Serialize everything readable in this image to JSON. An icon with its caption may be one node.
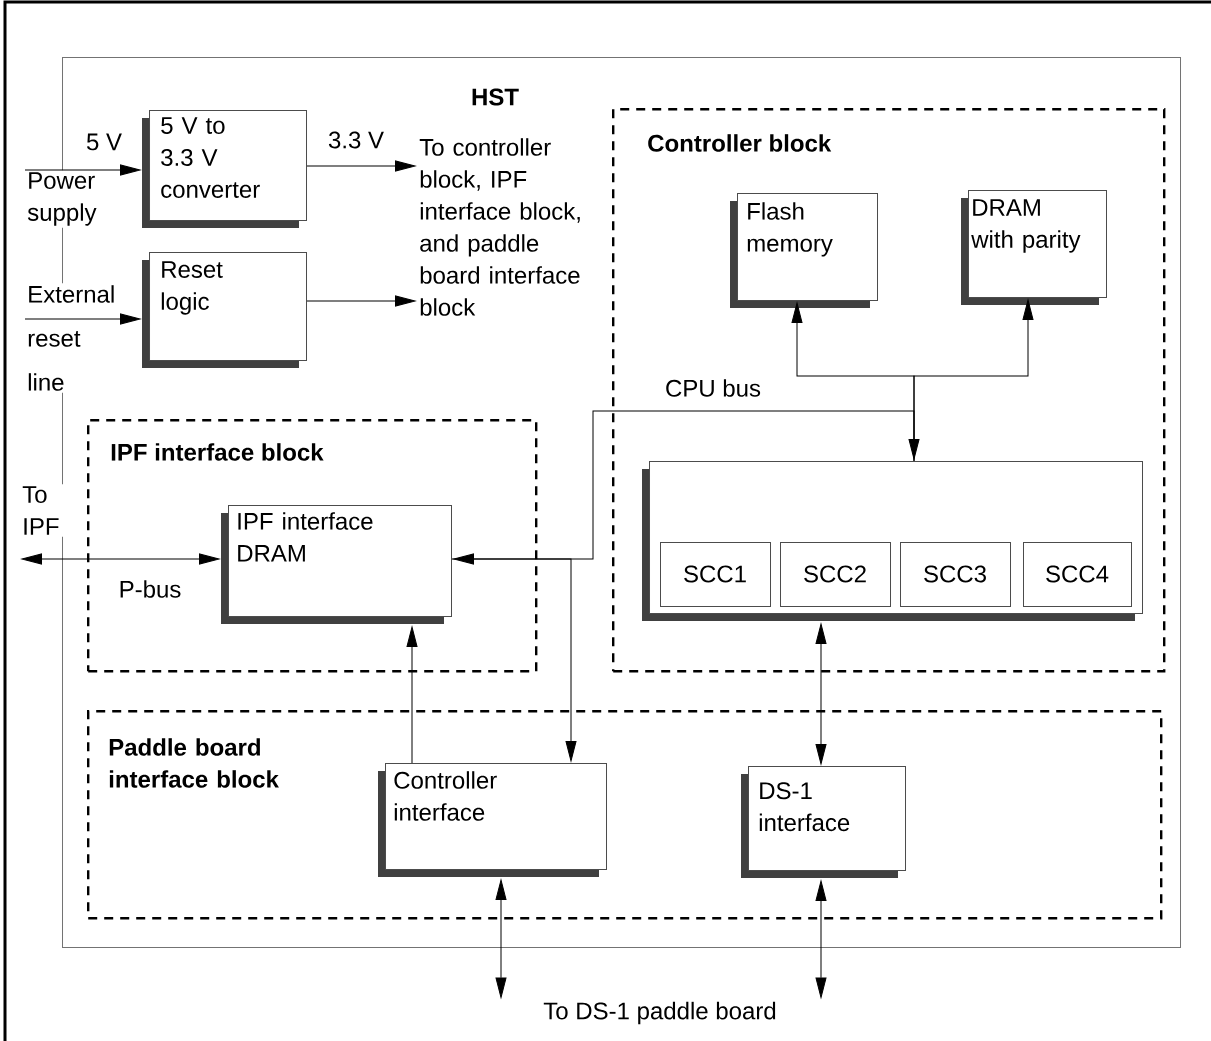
{
  "diagram": {
    "nodes": [
      {
        "text": [
          "HST"
        ]
      },
      {
        "text": [
          "Controller block"
        ],
        "in": 0
      },
      {
        "text": [
          "Flash memory"
        ],
        "in": 1
      },
      {
        "text": [
          "DRAM with parity"
        ],
        "in": 1
      },
      {
        "text": [],
        "shape": "box",
        "in": 1
      },
      {
        "text": [
          "SCC1"
        ],
        "in": 4
      },
      {
        "text": [
          "SCC2"
        ],
        "in": 4
      },
      {
        "text": [
          "SCC3"
        ],
        "in": 4
      },
      {
        "text": [
          "SCC4"
        ],
        "in": 4
      },
      {
        "text": [
          "IPF interface block"
        ],
        "in": 0
      },
      {
        "text": [
          "IPF interface DRAM"
        ],
        "in": 9
      },
      {
        "text": [
          "Paddle board interface block"
        ],
        "in": 0
      },
      {
        "text": [
          "Controller interface"
        ],
        "in": 11
      },
      {
        "text": [
          "DS-1 interface"
        ],
        "in": 11
      },
      {
        "text": [
          "5 V to 3.3 V converter"
        ],
        "in": 0
      },
      {
        "text": [
          "Reset logic"
        ],
        "in": 0
      },
      {
        "text": [
          "To controller block, IPF interface block, and paddle board interface block"
        ],
        "in": 0
      },
      {
        "text": [
          "Power supply"
        ]
      },
      {
        "text": [
          "External reset line"
        ]
      },
      {
        "text": [
          "To IPF"
        ]
      },
      {
        "text": [
          "To DS-1 paddle board"
        ]
      }
    ],
    "edges": [
      {
        "from": 17,
        "to": 14,
        "arrow": "to",
        "label": "5 V"
      },
      {
        "from": 14,
        "to": 16,
        "arrow": "to",
        "label": "3.3 V"
      },
      {
        "from": 18,
        "to": 15,
        "arrow": "to"
      },
      {
        "from": 15,
        "to": 16,
        "arrow": "to"
      },
      {
        "from": 10,
        "to": 19,
        "arrow": "both",
        "label": "P-bus"
      },
      {
        "from": 4,
        "to": 2,
        "arrow": "to"
      },
      {
        "from": 4,
        "to": 3,
        "arrow": "to"
      },
      {
        "from": 10,
        "to": 4,
        "arrow": "both",
        "label": "CPU bus"
      },
      {
        "from": 10,
        "to": 12,
        "arrow": "to"
      },
      {
        "from": 12,
        "to": 10,
        "arrow": "to"
      },
      {
        "from": 4,
        "to": 13,
        "arrow": "both"
      },
      {
        "from": 12,
        "to": 20,
        "arrow": "both"
      },
      {
        "from": 13,
        "to": 20,
        "arrow": "both"
      }
    ]
  }
}
